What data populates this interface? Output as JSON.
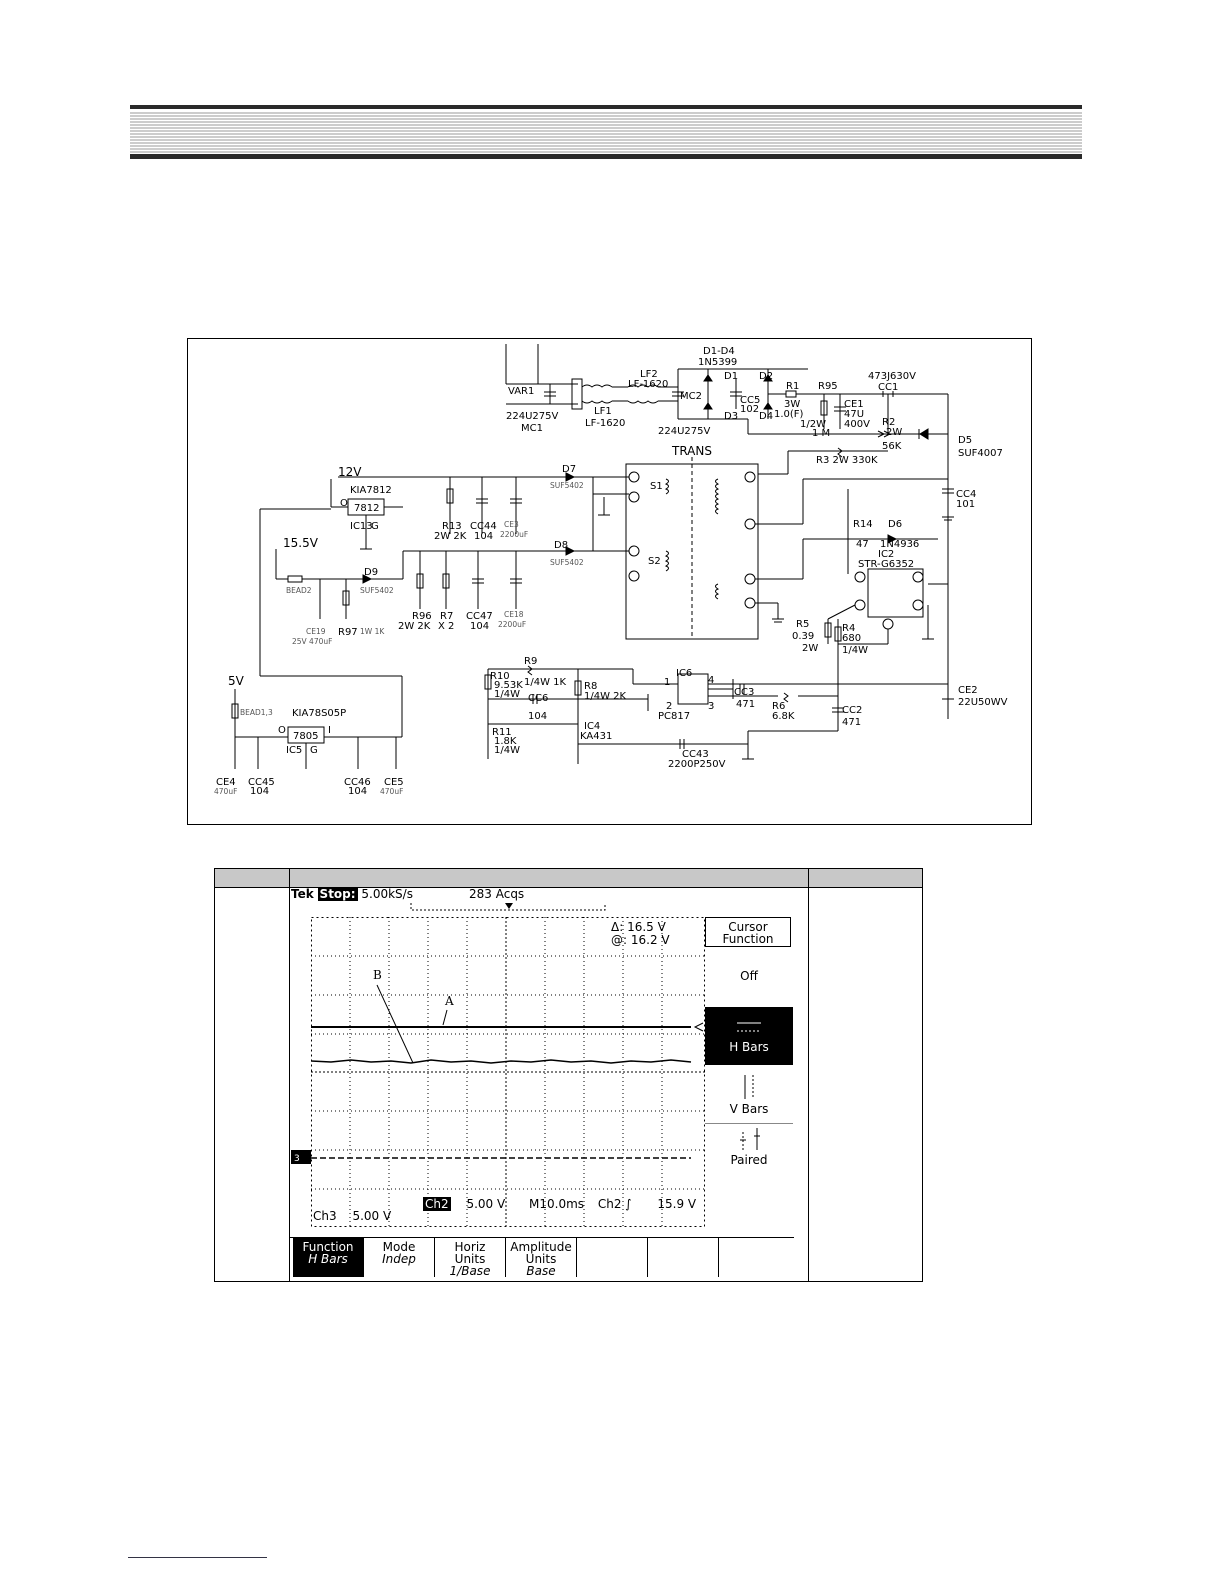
{
  "schematic": {
    "labels": {
      "var1": "VAR1",
      "mc1_val": "224U275V",
      "mc1": "MC1",
      "lf1": "LF1",
      "lf1_val": "LF-1620",
      "lf2": "LF2",
      "lf2_val": "LF-1620",
      "mc2": "MC2",
      "mc2_val": "224U275V",
      "d1d4": "D1-D4",
      "d1d4_val": "1N5399",
      "d1": "D1",
      "d2": "D2",
      "d3": "D3",
      "d4": "D4",
      "cc5": "CC5",
      "cc5_val": "102",
      "r1": "R1",
      "r1_val1": "3W",
      "r1_val2": "1.0(F)",
      "r95": "R95",
      "r95_val1": "1/2W",
      "r95_val2": "1 M",
      "ce1": "CE1",
      "ce1_val1": "47U",
      "ce1_val2": "400V",
      "cc1_val": "473J630V",
      "cc1": "CC1",
      "r2": "R2",
      "r2_val1": "2W",
      "r2_val2": "56K",
      "d5": "D5",
      "d5_val": "SUF4007",
      "r3": "R3  2W  330K",
      "trans": "TRANS",
      "s1": "S1",
      "s2": "S2",
      "v12": "12V",
      "kia7812": "KIA7812",
      "reg7812": "7812",
      "ic13": "IC13",
      "g": "G",
      "o": "O",
      "i": "I",
      "d7": "D7",
      "d7_val": "SUF5402",
      "d8": "D8",
      "d8_val": "SUF5402",
      "r13": "R13",
      "r13_val": "2W  2K",
      "cc44": "CC44",
      "cc44_val": "104",
      "ce3": "CE3",
      "ce3_val": "2200uF",
      "v155": "15.5V",
      "d9": "D9",
      "d9_val": "SUF5402",
      "bead2": "BEAD2",
      "ce19": "CE19",
      "ce19_val": "25V  470uF",
      "r97": "R97",
      "r97_val": "1W  1K",
      "r96": "R96",
      "r96_val": "2W  2K",
      "r7": "R7",
      "r7_val": "X  2",
      "cc47": "CC47",
      "cc47_val": "104",
      "ce18": "CE18",
      "ce18_val": "2200uF",
      "cc4": "CC4",
      "cc4_val": "101",
      "r14": "R14",
      "r14_val": "47",
      "d6": "D6",
      "d6_val": "1N4936",
      "ic2": "IC2",
      "ic2_val": "STR-G6352",
      "r5": "R5",
      "r5_val1": "0.39",
      "r5_val2": "2W",
      "r4": "R4",
      "r4_val1": "680",
      "r4_val2": "1/4W",
      "v5": "5V",
      "bead13": "BEAD1,3",
      "kia78s05p": "KIA78S05P",
      "reg7805": "7805",
      "ic5": "IC5",
      "r10": "R10",
      "r10_val1": "9.53K",
      "r10_val2": "1/4W",
      "r9": "R9",
      "r9_val": "1/4W  1K",
      "r8": "R8",
      "r8_val": "1/4W  2K",
      "ic6": "IC6",
      "pc817": "PC817",
      "pin1": "1",
      "pin2": "2",
      "pin3": "3",
      "pin4": "4",
      "cc3": "CC3",
      "cc3_val": "471",
      "r6": "R6",
      "r6_val": "6.8K",
      "cc2": "CC2",
      "cc2_val": "471",
      "ce2": "CE2",
      "ce2_val": "22U50WV",
      "cc6": "CC6",
      "cc6_val": "104",
      "ic4": "IC4",
      "ka431": "KA431",
      "r11": "R11",
      "r11_val1": "1.8K",
      "r11_val2": "1/4W",
      "cc43": "CC43",
      "cc43_val": "2200P250V",
      "ce4": "CE4",
      "ce4_val": "470uF",
      "cc45": "CC45",
      "cc45_val": "104",
      "cc46": "CC46",
      "cc46_val": "104",
      "ce5": "CE5",
      "ce5_val": "470uF"
    }
  },
  "scope": {
    "brand": "Tek",
    "state": "Stop:",
    "rate": "5.00kS/s",
    "acqs": "283 Acqs",
    "delta": "Δ: 16.5 V",
    "at": "@: 16.2 V",
    "trace_a": "A",
    "trace_b": "B",
    "ch2": "Ch2",
    "ch2_scale": "5.00 V",
    "timebase": "M10.0ms",
    "trigger": "Ch2 ∫",
    "trigger_level": "15.9 V",
    "ch3": "Ch3",
    "ch3_scale": "5.00 V",
    "menu_title_1": "Cursor",
    "menu_title_2": "Function",
    "menu": [
      "Off",
      "H Bars",
      "V Bars",
      "Paired"
    ],
    "softkeys": [
      {
        "line1": "Function",
        "line2": "",
        "line3": "H Bars"
      },
      {
        "line1": "Mode",
        "line2": "",
        "line3": "Indep"
      },
      {
        "line1": "Horiz",
        "line2": "Units",
        "line3": "1/Base"
      },
      {
        "line1": "Amplitude",
        "line2": "Units",
        "line3": "Base"
      }
    ]
  }
}
